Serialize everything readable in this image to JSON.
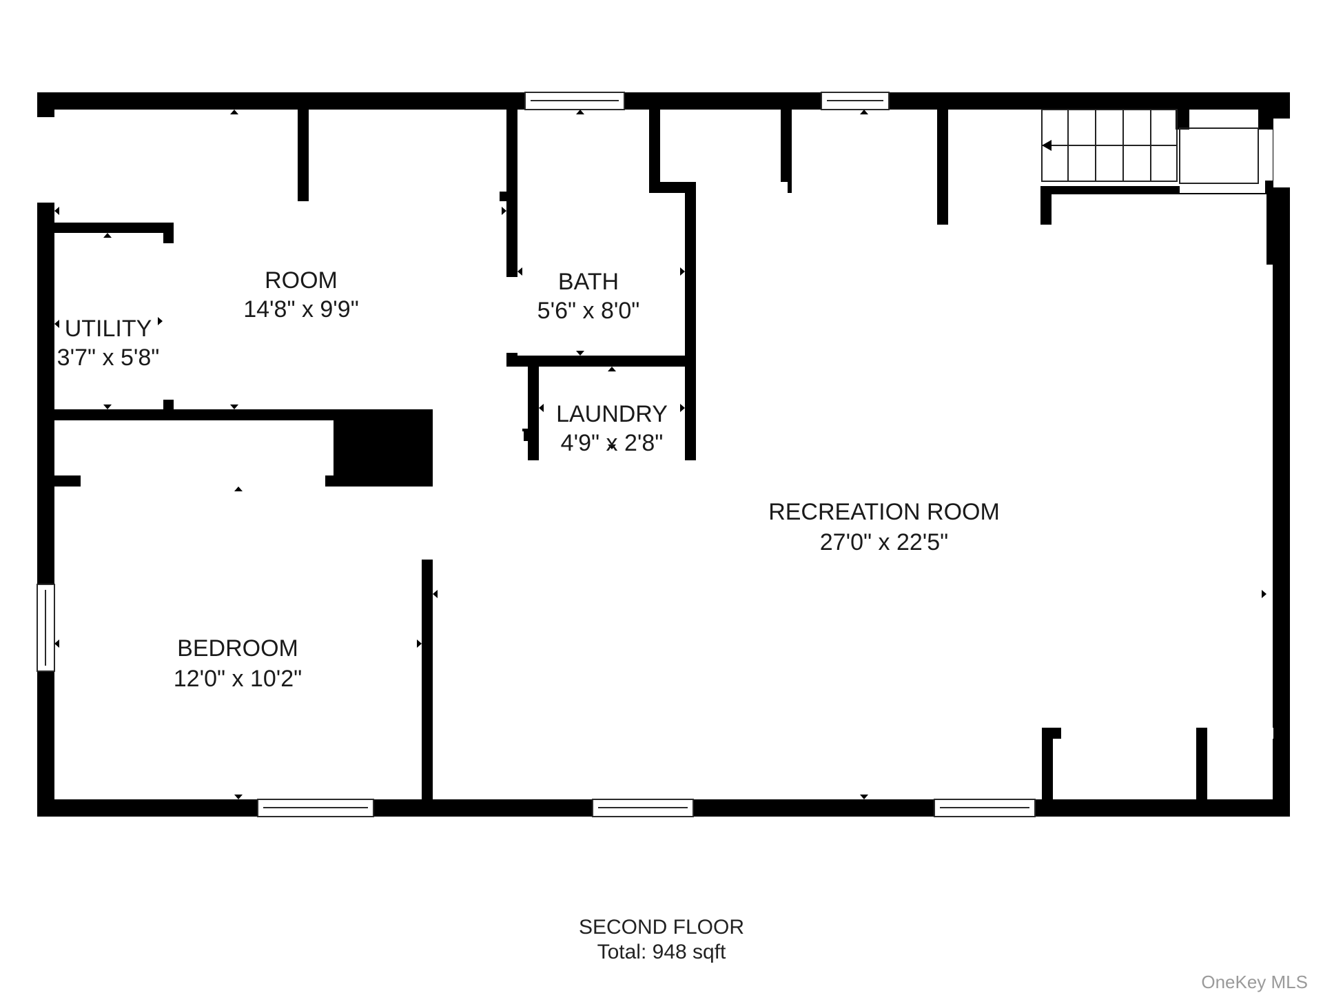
{
  "plan": {
    "rooms": [
      {
        "id": "utility",
        "name": "UTILITY",
        "dims": "3'7\" x 5'8\""
      },
      {
        "id": "room",
        "name": "ROOM",
        "dims": "14'8\" x 9'9\""
      },
      {
        "id": "bath",
        "name": "BATH",
        "dims": "5'6\" x 8'0\""
      },
      {
        "id": "laundry",
        "name": "LAUNDRY",
        "dims": "4'9\" x 2'8\""
      },
      {
        "id": "bedroom",
        "name": "BEDROOM",
        "dims": "12'0\" x 10'2\""
      },
      {
        "id": "recreation",
        "name": "RECREATION ROOM",
        "dims": "27'0\" x 22'5\""
      }
    ],
    "floor_name": "SECOND FLOOR",
    "total_area": "Total: 948 sqft",
    "watermark": "OneKey MLS",
    "colors": {
      "wall": "#000000",
      "background": "#ffffff",
      "text": "#1a1a1a"
    }
  }
}
